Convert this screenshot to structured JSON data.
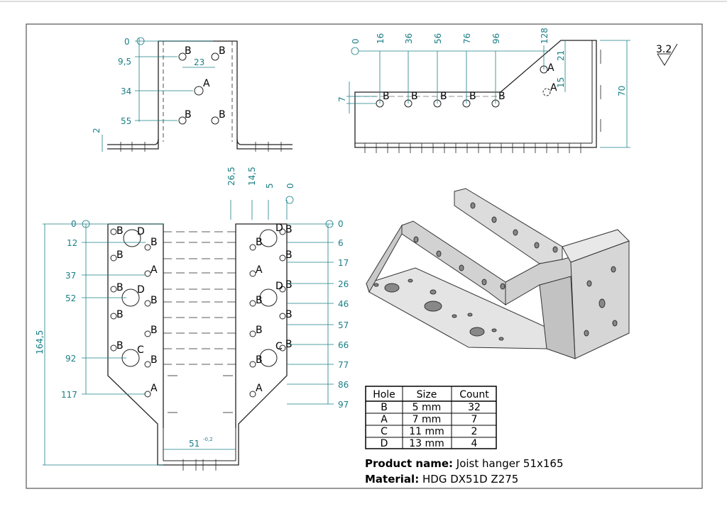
{
  "roughness": "3.2",
  "front_view": {
    "dims_v": [
      "0",
      "9,5",
      "34",
      "55"
    ],
    "dim_h": "23",
    "thickness": "2",
    "hole_labels": [
      "B",
      "B",
      "A",
      "B",
      "B"
    ]
  },
  "side_view": {
    "dims_top": [
      "0",
      "16",
      "36",
      "56",
      "76",
      "96",
      "128"
    ],
    "dims_right": [
      "21",
      "15",
      "70"
    ],
    "dim_left": "7",
    "hole_labels": [
      "B",
      "B",
      "B",
      "B",
      "B",
      "A",
      "A"
    ]
  },
  "flat_view": {
    "dims_top": [
      "26,5",
      "14,5",
      "5",
      "0"
    ],
    "dims_left": [
      "0",
      "12",
      "37",
      "52",
      "92",
      "117"
    ],
    "dims_right": [
      "0",
      "6",
      "17",
      "26",
      "46",
      "57",
      "66",
      "77",
      "86",
      "97"
    ],
    "overall_height": "164,5",
    "bottom_width": "51",
    "bottom_tol": "-0,2"
  },
  "table": {
    "headers": [
      "Hole",
      "Size",
      "Count"
    ],
    "rows": [
      [
        "B",
        "5 mm",
        "32"
      ],
      [
        "A",
        "7 mm",
        "7"
      ],
      [
        "C",
        "11 mm",
        "2"
      ],
      [
        "D",
        "13 mm",
        "4"
      ]
    ]
  },
  "product": {
    "name_label": "Product name:",
    "name_value": "Joist hanger 51x165",
    "material_label": "Material:",
    "material_value": "HDG DX51D Z275"
  },
  "colors": {
    "dimension": "#1a7f86",
    "line": "#222222",
    "part": "#d9d9d9"
  }
}
